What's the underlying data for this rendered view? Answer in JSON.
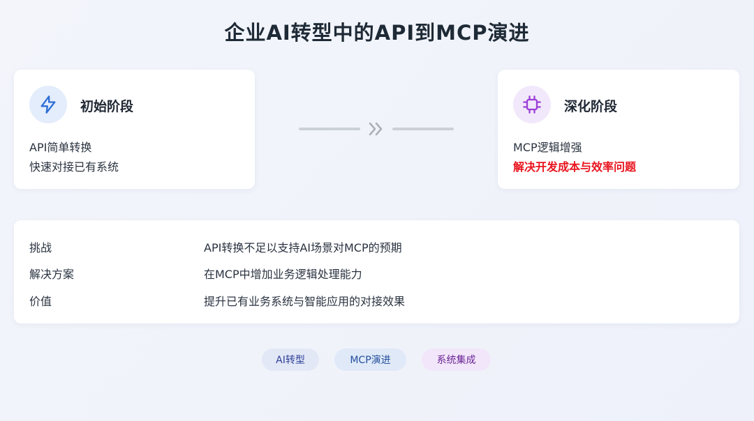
{
  "title": "企业AI转型中的API到MCP演进",
  "stages": {
    "initial": {
      "name": "初始阶段",
      "icon": "lightning-icon",
      "line1": "API简单转换",
      "line2": "快速对接已有系统"
    },
    "deepened": {
      "name": "深化阶段",
      "icon": "chip-icon",
      "line1": "MCP逻辑增强",
      "line2": "解决开发成本与效率问题"
    }
  },
  "details": [
    {
      "label": "挑战",
      "value": "API转换不足以支持AI场景对MCP的预期"
    },
    {
      "label": "解决方案",
      "value": "在MCP中增加业务逻辑处理能力"
    },
    {
      "label": "价值",
      "value": "提升已有业务系统与智能应用的对接效果"
    }
  ],
  "tags": [
    "AI转型",
    "MCP演进",
    "系统集成"
  ],
  "colors": {
    "blue_accent": "#2f6fd6",
    "purple_accent": "#9b3fd6",
    "highlight_red": "#e8141e"
  }
}
